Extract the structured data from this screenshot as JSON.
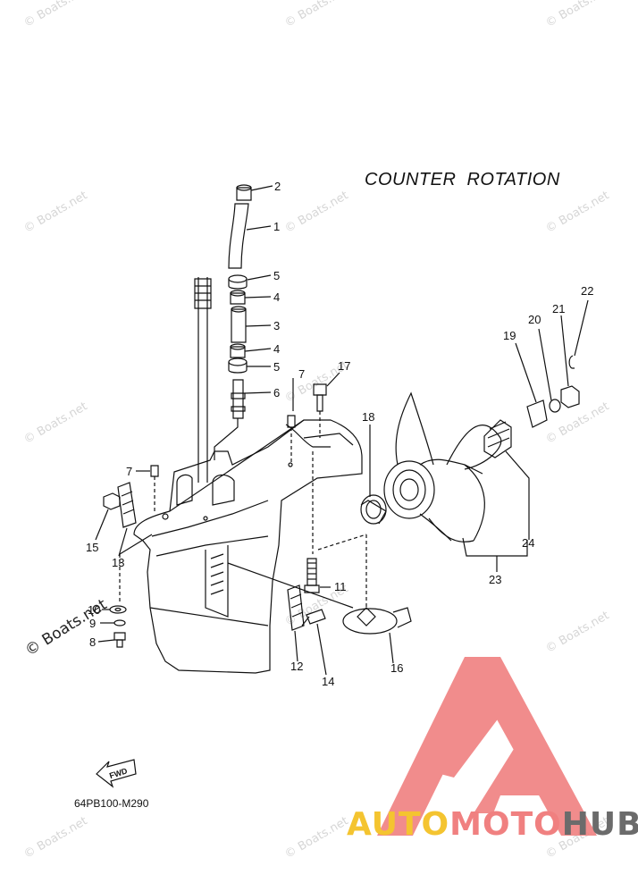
{
  "diagram": {
    "title": "COUNTER ROTATION",
    "reference_code": "64PB100-M290",
    "fwd_label": "FWD",
    "callouts": [
      {
        "id": "c1",
        "label": "1"
      },
      {
        "id": "c2",
        "label": "2"
      },
      {
        "id": "c3",
        "label": "3"
      },
      {
        "id": "c4a",
        "label": "4"
      },
      {
        "id": "c4b",
        "label": "4"
      },
      {
        "id": "c5a",
        "label": "5"
      },
      {
        "id": "c5b",
        "label": "5"
      },
      {
        "id": "c6",
        "label": "6"
      },
      {
        "id": "c7a",
        "label": "7"
      },
      {
        "id": "c7b",
        "label": "7"
      },
      {
        "id": "c8",
        "label": "8"
      },
      {
        "id": "c9",
        "label": "9"
      },
      {
        "id": "c10",
        "label": "10"
      },
      {
        "id": "c11",
        "label": "11"
      },
      {
        "id": "c12",
        "label": "12"
      },
      {
        "id": "c13",
        "label": "13"
      },
      {
        "id": "c14",
        "label": "14"
      },
      {
        "id": "c15",
        "label": "15"
      },
      {
        "id": "c16",
        "label": "16"
      },
      {
        "id": "c17",
        "label": "17"
      },
      {
        "id": "c18",
        "label": "18"
      },
      {
        "id": "c19",
        "label": "19"
      },
      {
        "id": "c20",
        "label": "20"
      },
      {
        "id": "c21",
        "label": "21"
      },
      {
        "id": "c22",
        "label": "22"
      },
      {
        "id": "c23",
        "label": "23"
      },
      {
        "id": "c24",
        "label": "24"
      }
    ]
  },
  "watermark": {
    "text": "© Boats.net"
  },
  "logo": {
    "part1": "AUTO",
    "part2": "MOTO",
    "part3": "HUB",
    "colors": {
      "auto": "#f4c430",
      "moto": "#f08080",
      "hub": "#6b6b6b",
      "triangle": "#f08080"
    }
  }
}
